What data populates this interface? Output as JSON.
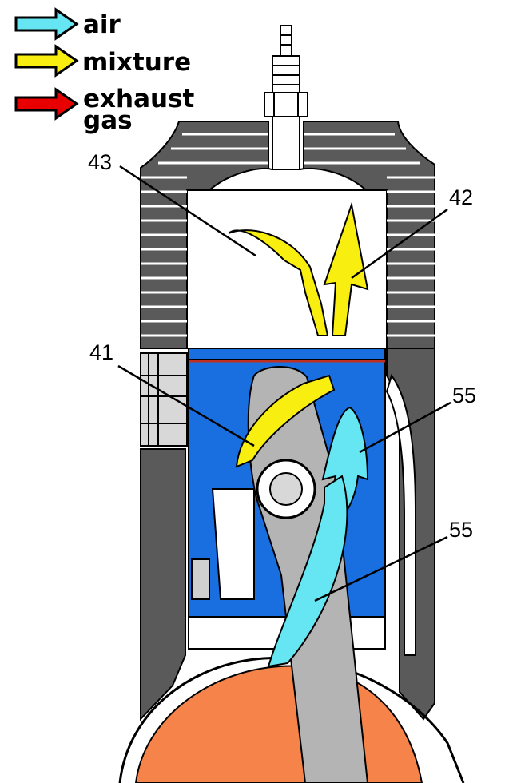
{
  "legend": {
    "items": [
      {
        "id": "air",
        "label": "air",
        "color": "#66e6f2"
      },
      {
        "id": "mixture",
        "label": "mixture",
        "color": "#f8ee10"
      },
      {
        "id": "exhaust",
        "label": "exhaust",
        "label2": "gas",
        "color": "#e80000"
      }
    ]
  },
  "callouts": {
    "c43": "43",
    "c42": "42",
    "c41": "41",
    "c55a": "55",
    "c55b": "55"
  },
  "colors": {
    "piston_blue": "#1a6fe0",
    "crank_orange": "#f5834a",
    "rod_gray": "#b4b4b4",
    "cylinder_gray": "#5a5a5a",
    "air": "#66e6f2",
    "mixture": "#f8ee10"
  }
}
